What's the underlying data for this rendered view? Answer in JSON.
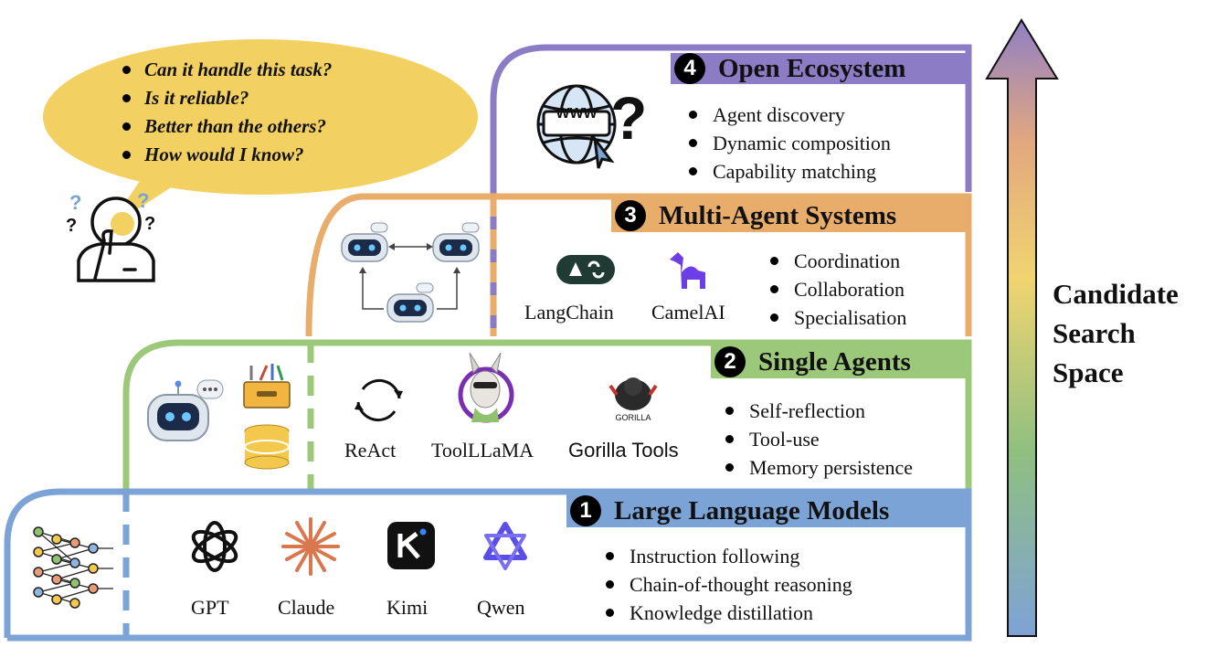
{
  "bubble": {
    "questions": [
      "Can it handle this task?",
      "Is it reliable?",
      "Better than the others?",
      "How would I know?"
    ]
  },
  "axis_label": [
    "Candidate",
    "Search",
    "Space"
  ],
  "tiers": {
    "llm": {
      "number": "1",
      "title": "Large Language Models",
      "models": [
        "GPT",
        "Claude",
        "Kimi",
        "Qwen"
      ],
      "bullets": [
        "Instruction following",
        "Chain-of-thought reasoning",
        "Knowledge distillation"
      ],
      "color": "#7ba3d6"
    },
    "single": {
      "number": "2",
      "title": "Single Agents",
      "systems": [
        "ReAct",
        "ToolLLaMA",
        "Gorilla Tools"
      ],
      "gorilla_logo_text": "GORILLA",
      "bullets": [
        "Self-reflection",
        "Tool-use",
        "Memory persistence"
      ],
      "color": "#9cc87a"
    },
    "multi": {
      "number": "3",
      "title": "Multi-Agent Systems",
      "frameworks": [
        "LangChain",
        "CamelAI"
      ],
      "bullets": [
        "Coordination",
        "Collaboration",
        "Specialisation"
      ],
      "color": "#e8ad6b"
    },
    "open": {
      "number": "4",
      "title": "Open Ecosystem",
      "www_text": "WWW",
      "bullets": [
        "Agent discovery",
        "Dynamic composition",
        "Capability matching"
      ],
      "color": "#8c7cc6"
    }
  },
  "icons": [
    "neural-network-icon",
    "openai-logo-icon",
    "claude-logo-icon",
    "kimi-logo-icon",
    "qwen-logo-icon",
    "robot-icon",
    "toolbox-icon",
    "database-icon",
    "react-cycle-icon",
    "llama-icon",
    "gorilla-icon",
    "langchain-logo-icon",
    "camel-logo-icon",
    "globe-www-icon",
    "question-mark-icon",
    "confused-person-icon"
  ]
}
